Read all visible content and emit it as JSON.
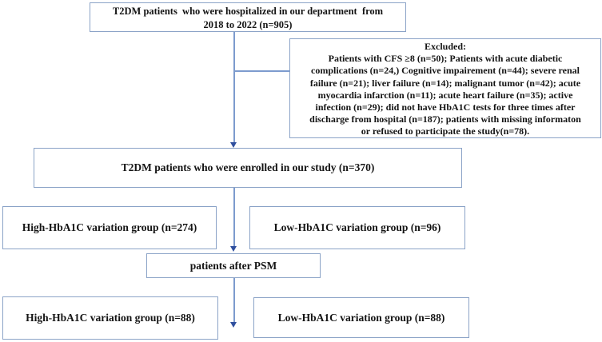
{
  "colors": {
    "background": "#ffffff",
    "box_border": "#8ba3c7",
    "connector_line": "#7d9bce",
    "arrowhead": "#2f4f9e",
    "text": "#141414"
  },
  "flowchart": {
    "top_box": {
      "lines": [
        "T2DM patients  who were hospitalized in our department  from",
        "2018 to 2022 (n=905)"
      ]
    },
    "excluded_box": {
      "title": "Excluded:",
      "lines": [
        "Patients with CFS ≥8 (n=50); Patients with acute diabetic",
        "complications (n=24,) Cognitive impairement (n=44); severe renal",
        "failure (n=21); liver failure (n=14); malignant tumor (n=42); acute",
        "myocardia infarction (n=11); acute heart failure (n=35); active",
        "infection (n=29); did not have HbA1C tests for three times after",
        "discharge from hospital (n=187); patients with missing informaton",
        "or refused to participate the study(n=78)."
      ]
    },
    "enrolled_box": {
      "label": "T2DM patients who were enrolled in our study (n=370)"
    },
    "group_row1": {
      "left_label": "High-HbA1C variation group (n=274)",
      "right_label": "Low-HbA1C variation group (n=96)"
    },
    "psm_box": {
      "label": "patients after PSM"
    },
    "group_row2": {
      "left_label": "High-HbA1C variation group (n=88)",
      "right_label": "Low-HbA1C variation group (n=88)"
    }
  }
}
